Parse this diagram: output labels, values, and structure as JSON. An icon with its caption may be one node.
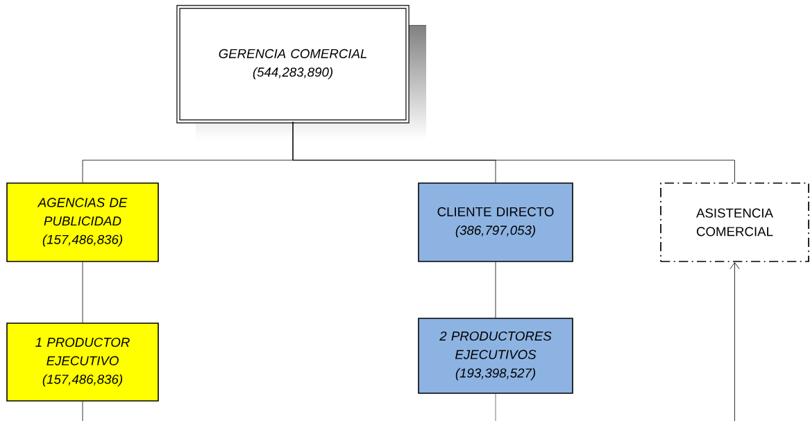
{
  "diagram": {
    "nodes": [
      {
        "text": [
          "GERENCIA COMERCIAL",
          "(544,283,890)"
        ]
      },
      {
        "text": [
          "AGENCIAS DE PUBLICIDAD",
          "(157,486,836)"
        ]
      },
      {
        "text": [
          "1 PRODUCTOR EJECUTIVO",
          "(157,486,836)"
        ]
      },
      {
        "text": [
          "CLIENTE DIRECTO",
          "(386,797,053)"
        ]
      },
      {
        "text": [
          "2 PRODUCTORES EJECUTIVOS",
          "(193,398,527)"
        ]
      },
      {
        "text": [
          "ASISTENCIA COMERCIAL"
        ]
      }
    ],
    "edges": [
      {
        "from": 0,
        "to": 1,
        "arrow": "none"
      },
      {
        "from": 0,
        "to": 3,
        "arrow": "none"
      },
      {
        "from": 0,
        "to": 5,
        "arrow": "none"
      },
      {
        "from": 1,
        "to": 2,
        "arrow": "none"
      },
      {
        "from": 3,
        "to": 4,
        "arrow": "none"
      },
      {
        "from": 2,
        "to": null,
        "arrow": "none"
      },
      {
        "from": 4,
        "to": null,
        "arrow": "none"
      },
      {
        "from": null,
        "to": 5,
        "arrow": "to"
      }
    ]
  }
}
